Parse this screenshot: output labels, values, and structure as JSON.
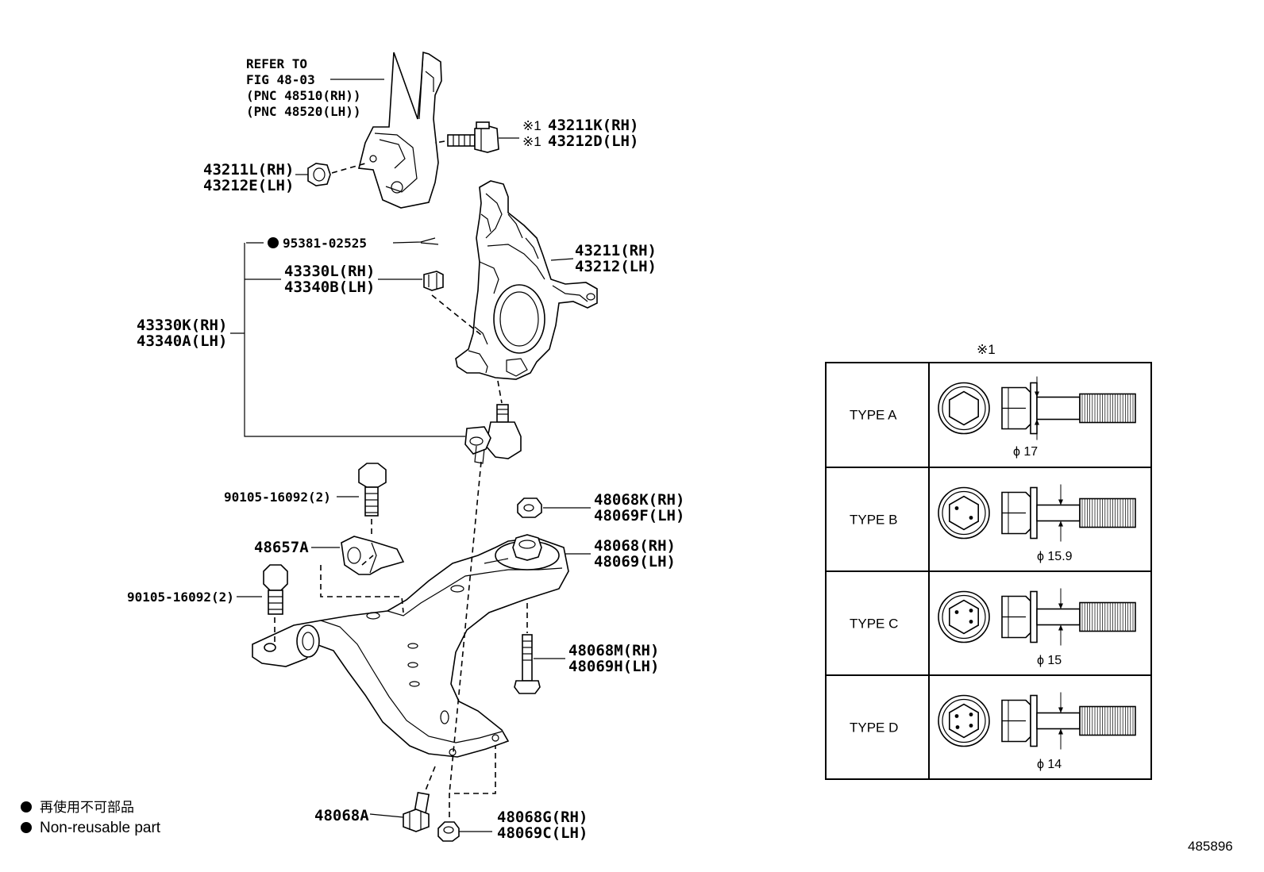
{
  "labels": {
    "refer_line1": "REFER TO",
    "refer_line2": "FIG 48-03",
    "refer_line3": "(PNC 48510(RH))",
    "refer_line4": "(PNC 48520(LH))",
    "bolt_rh": "43211K(RH)",
    "bolt_lh": "43212D(LH)",
    "bolt_mark": "※1",
    "nut_rh": "43211L(RH)",
    "nut_lh": "43212E(LH)",
    "cotter": "95381-02525",
    "knuckle_rh": "43211(RH)",
    "knuckle_lh": "43212(LH)",
    "castle_nut_rh": "43330L(RH)",
    "castle_nut_lh": "43340B(LH)",
    "ball_joint_rh": "43330K(RH)",
    "ball_joint_lh": "43340A(LH)",
    "upper_bolt": "90105-16092(2)",
    "bracket": "48657A",
    "lower_bolt": "90105-16092(2)",
    "nut_48068k": "48068K(RH)",
    "nut_48069f": "48069F(LH)",
    "bushing_rh": "48068(RH)",
    "bushing_lh": "48069(LH)",
    "long_bolt_rh": "48068M(RH)",
    "long_bolt_lh": "48069H(LH)",
    "arm_bolt": "48068A",
    "arm_nut_rh": "48068G(RH)",
    "arm_nut_lh": "48069C(LH)"
  },
  "legend": {
    "jp": "再使用不可部品",
    "en": "Non-reusable part"
  },
  "figure_number": "485896",
  "table": {
    "header_mark": "※1",
    "rows": [
      {
        "type": "TYPE A",
        "dim": "ϕ 17",
        "dots": 0
      },
      {
        "type": "TYPE B",
        "dim": "ϕ 15.9",
        "dots": 2
      },
      {
        "type": "TYPE C",
        "dim": "ϕ 15",
        "dots": 3
      },
      {
        "type": "TYPE D",
        "dim": "ϕ 14",
        "dots": 4
      }
    ]
  }
}
